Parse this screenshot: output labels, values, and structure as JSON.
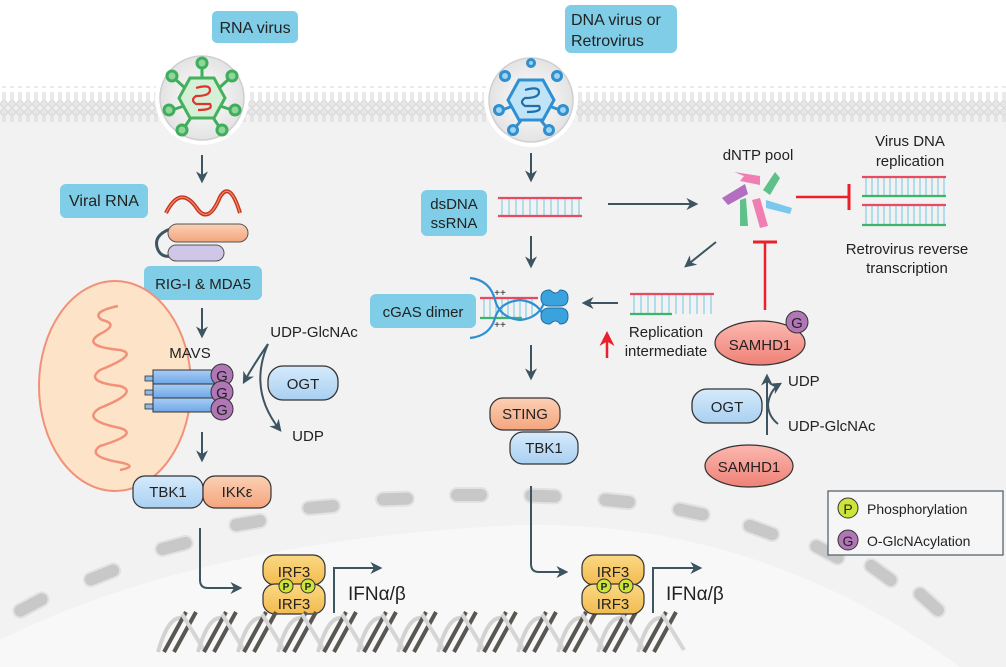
{
  "figure": {
    "panel_label": "",
    "colors": {
      "label_box": "#7fcde6",
      "cytoplasm": "#f2f2f2",
      "nucleus": "#f7f7f7",
      "membrane": "#dcdcdc",
      "arrow": "#3d5561",
      "inhibit": "#e8212b",
      "dna_red": "#e84a5f",
      "dna_green": "#3cb56a",
      "dna_rung": "#8ccfe8",
      "mito_fill": "#fde3c8",
      "mito_stroke": "#f2917a",
      "protein_blue": "#bcdcf6",
      "protein_orange": "#f7b896",
      "samhd1": "#f49a92",
      "irf3": "#f7c96a",
      "p_mark": "#cde53a",
      "g_mark": "#b076b6"
    }
  },
  "rna_branch": {
    "virus_label": "RNA virus",
    "viral_rna_label": "Viral RNA",
    "sensor_label": "RIG-I & MDA5",
    "mavs_label": "MAVS",
    "udp_glcnac_label": "UDP-GlcNAc",
    "ogt_label": "OGT",
    "udp_label": "UDP",
    "tbk1_label": "TBK1",
    "ikke_label": "IKKε",
    "irf3_top": "IRF3",
    "irf3_bottom": "IRF3",
    "ifn_label": "IFNα/β"
  },
  "dna_branch": {
    "virus_label_line1": "DNA virus or",
    "virus_label_line2": "Retrovirus",
    "nucleic_line1": "dsDNA",
    "nucleic_line2": "ssRNA",
    "cgas_label": "cGAS dimer",
    "charge_top": "++",
    "charge_bottom": "++",
    "sting_label": "STING",
    "tbk1_label": "TBK1",
    "irf3_top": "IRF3",
    "irf3_bottom": "IRF3",
    "ifn_label": "IFNα/β"
  },
  "samhd1_branch": {
    "dntp_label": "dNTP pool",
    "replication_line1": "Virus DNA",
    "replication_line2": "replication",
    "rt_line1": "Retrovirus reverse",
    "rt_line2": "transcription",
    "intermediate_line1": "Replication",
    "intermediate_line2": "intermediate",
    "samhd1_modified_label": "SAMHD1",
    "samhd1_label": "SAMHD1",
    "ogt_label": "OGT",
    "udp_label": "UDP",
    "udp_glcnac_label": "UDP-GlcNAc"
  },
  "marks": {
    "p": "P",
    "g": "G"
  },
  "legend": {
    "items": [
      {
        "symbol": "P",
        "label": "Phosphorylation"
      },
      {
        "symbol": "G",
        "label": "O-GlcNAcylation"
      }
    ]
  }
}
